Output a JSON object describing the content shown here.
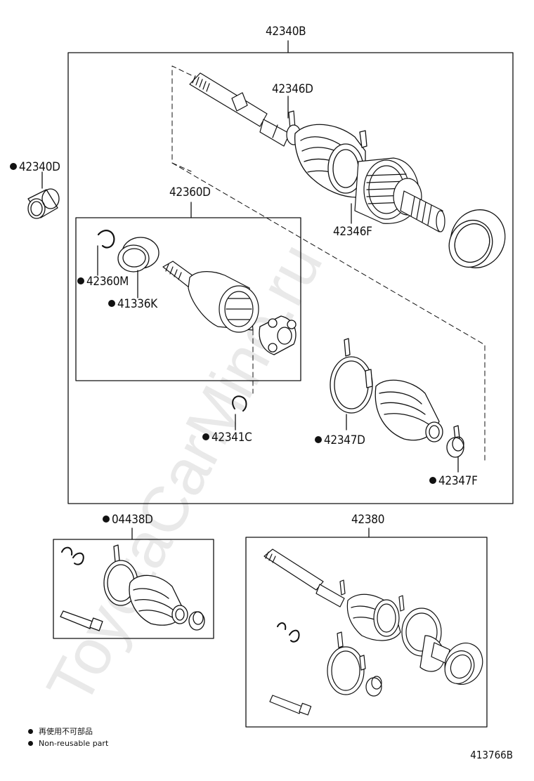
{
  "parts": {
    "p42340B": "42340B",
    "p42346D": "42346D",
    "p42340D": "42340D",
    "p42360D": "42360D",
    "p42346F": "42346F",
    "p42360M": "42360M",
    "p41336K": "41336K",
    "p42341C": "42341C",
    "p42347D": "42347D",
    "p42347F": "42347F",
    "p04438D": "04438D",
    "p42380": "42380"
  },
  "legend": {
    "jp": "再使用不可部品",
    "en": "Non-reusable part"
  },
  "figure_number": "413766B",
  "watermark": "ToyotaCarMine.ru",
  "colors": {
    "line": "#111111",
    "watermark": "#e6e6e6"
  }
}
